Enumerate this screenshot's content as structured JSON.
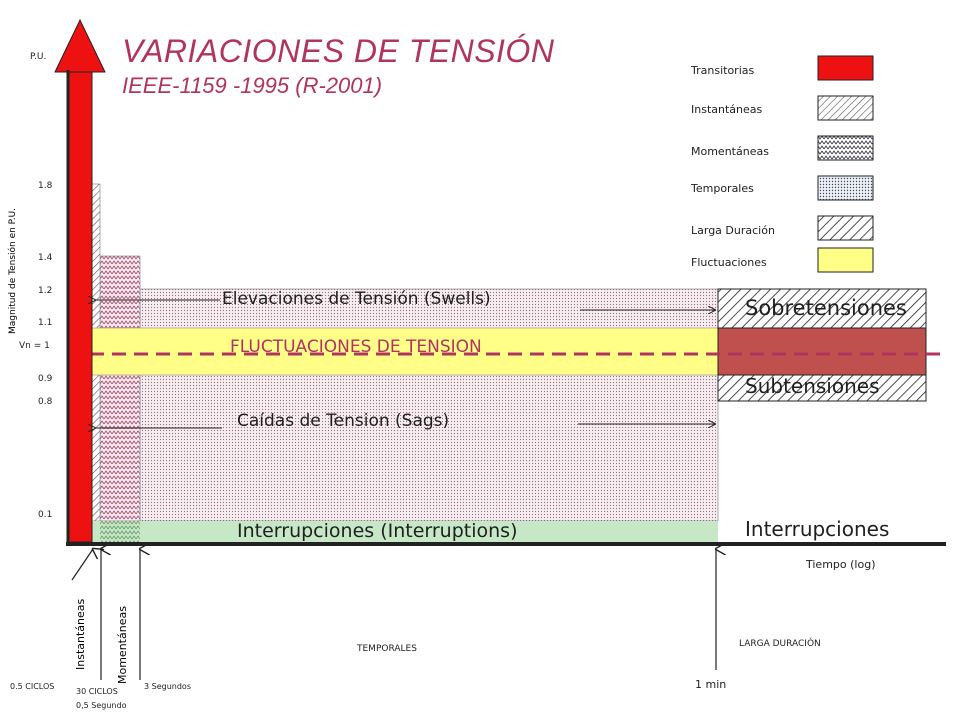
{
  "title": "VARIACIONES DE TENSIÓN",
  "subtitle": "IEEE-1159 -1995 (R-2001)",
  "y_axis": {
    "label": "Magnitud de Tensión en P.U.",
    "unit_label": "P.U.",
    "ticks": [
      "1.8",
      "1.4",
      "1.2",
      "1.1",
      "Vn = 1",
      "0.9",
      "0.8",
      "0.1"
    ]
  },
  "x_axis": {
    "label": "Tiempo (log)",
    "boundaries": [
      {
        "time": "0.5 CICLOS"
      },
      {
        "time": "30 CICLOS",
        "note": "0,5 Segundo"
      },
      {
        "time": "3 Segundos"
      },
      {
        "time": "1 min"
      }
    ],
    "regions": {
      "instantaneas": "Instantáneas",
      "momentaneas": "Momentáneas",
      "temporales": "TEMPORALES",
      "larga_duracion": "LARGA DURACIÓN"
    }
  },
  "bands": {
    "swells": "Elevaciones de Tensión (Swells)",
    "fluctuaciones": "FLUCTUACIONES DE TENSION",
    "sags": "Caídas de Tension (Sags)",
    "interrupciones": "Interrupciones (Interruptions)",
    "sobretensiones": "Sobretensiones",
    "subtensiones": "Subtensiones",
    "interrupciones_larga": "Interrupciones"
  },
  "legend": [
    {
      "label": "Transitorias",
      "pattern": "solid-red",
      "color": "#ee1111"
    },
    {
      "label": "Instantáneas",
      "pattern": "diagonal-hatch"
    },
    {
      "label": "Momentáneas",
      "pattern": "zigzag"
    },
    {
      "label": "Temporales",
      "pattern": "dots"
    },
    {
      "label": "Larga Duración",
      "pattern": "wide-diagonal"
    },
    {
      "label": "Fluctuaciones",
      "pattern": "solid-yellow",
      "color": "#ffff88"
    }
  ],
  "colors": {
    "transient_red": "#ee1111",
    "title": "#b0345f",
    "fluctuation_yellow": "#ffff88",
    "long_duration_red": "#c0504d",
    "interruption_green": "#c6e8c6",
    "dashed_line": "#b0345f"
  },
  "icons": {
    "axis_arrow": "up-arrow-icon",
    "pointer_arrows": "left-right-arrow-icon"
  }
}
